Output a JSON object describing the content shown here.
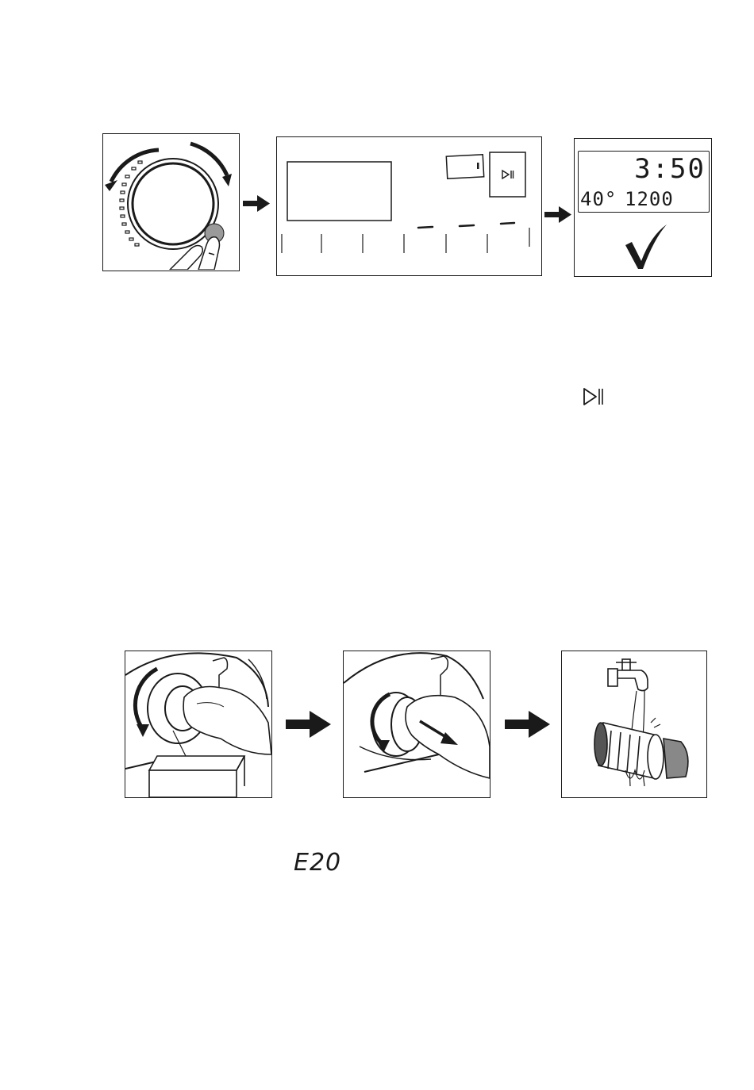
{
  "step1": {
    "display": {
      "time": "3:50",
      "temp": "40°",
      "spin": "1200"
    }
  },
  "inline_icons": {
    "start_pause_icon": "play-pause-icon",
    "error_code": "E20"
  },
  "icons": {
    "dial": "program-dial-icon",
    "finger": "finger-press-icon",
    "arrow": "right-arrow-icon",
    "check": "checkmark-icon",
    "tap": "water-tap-icon",
    "filter": "drain-filter-icon"
  }
}
